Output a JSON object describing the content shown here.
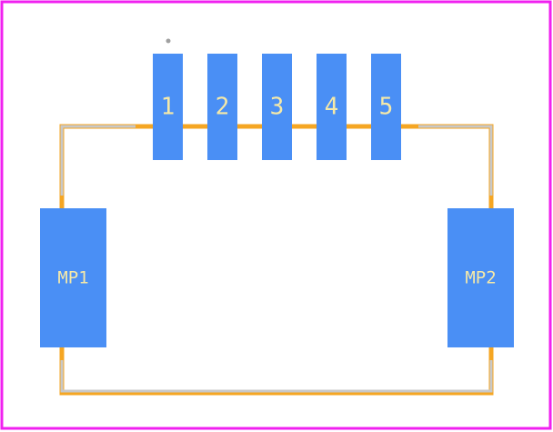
{
  "footprint": {
    "pads": [
      {
        "id": "1"
      },
      {
        "id": "2"
      },
      {
        "id": "3"
      },
      {
        "id": "4"
      },
      {
        "id": "5"
      }
    ],
    "mounting_pads": [
      {
        "id": "MP1"
      },
      {
        "id": "MP2"
      }
    ]
  },
  "colors": {
    "boundary": "#f020f0",
    "pad": "#4a8ff5",
    "pad_text": "#f5e9a8",
    "courtyard": "#f5a623",
    "silkscreen": "#c8c8c8",
    "pin1_marker": "#a0a0a0"
  }
}
